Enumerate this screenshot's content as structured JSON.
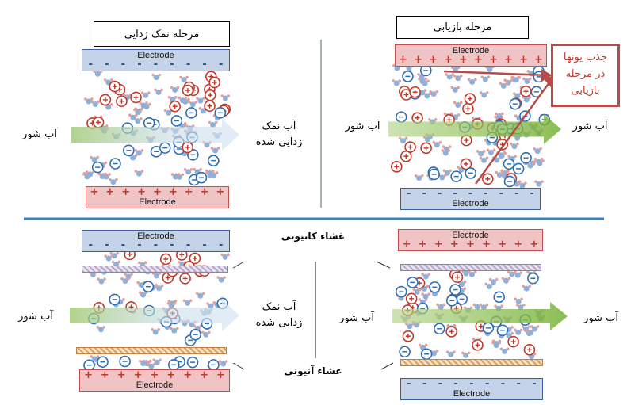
{
  "desalination": {
    "title": "مرحله نمک زدایی",
    "electrode_top": "Electrode",
    "electrode_bottom": "Electrode",
    "signs_neg": "-",
    "signs_pos": "+",
    "inlet_label": "آب شور",
    "outlet_label_1": "آب نمک",
    "outlet_label_2": "زدایی شده"
  },
  "regeneration": {
    "title": "مرحله بازیابی",
    "electrode_top": "Electrode",
    "electrode_bottom": "Electrode",
    "inlet_label": "آب شور",
    "outlet_label": "آب شور",
    "callout_1": "جذب یونها",
    "callout_2": "در مرحله",
    "callout_3": "بازیابی"
  },
  "membrane_desalination": {
    "electrode_top": "Electrode",
    "electrode_bottom": "Electrode",
    "inlet_label": "آب شور",
    "outlet_label_1": "آب نمک",
    "outlet_label_2": "زدایی شده"
  },
  "membrane_regeneration": {
    "electrode_top": "Electrode",
    "electrode_bottom": "Electrode",
    "inlet_label": "آب شور",
    "outlet_label": "آب شور"
  },
  "membranes": {
    "cation_label": "غشاء کاتیونی",
    "anion_label": "غشاء آنیونی"
  },
  "colors": {
    "cation": "#c0392b",
    "anion": "#2e6db4",
    "water": "#8fb0d8",
    "flow_arrow": "#8cbf4a",
    "divider": "#3f7fbf"
  }
}
